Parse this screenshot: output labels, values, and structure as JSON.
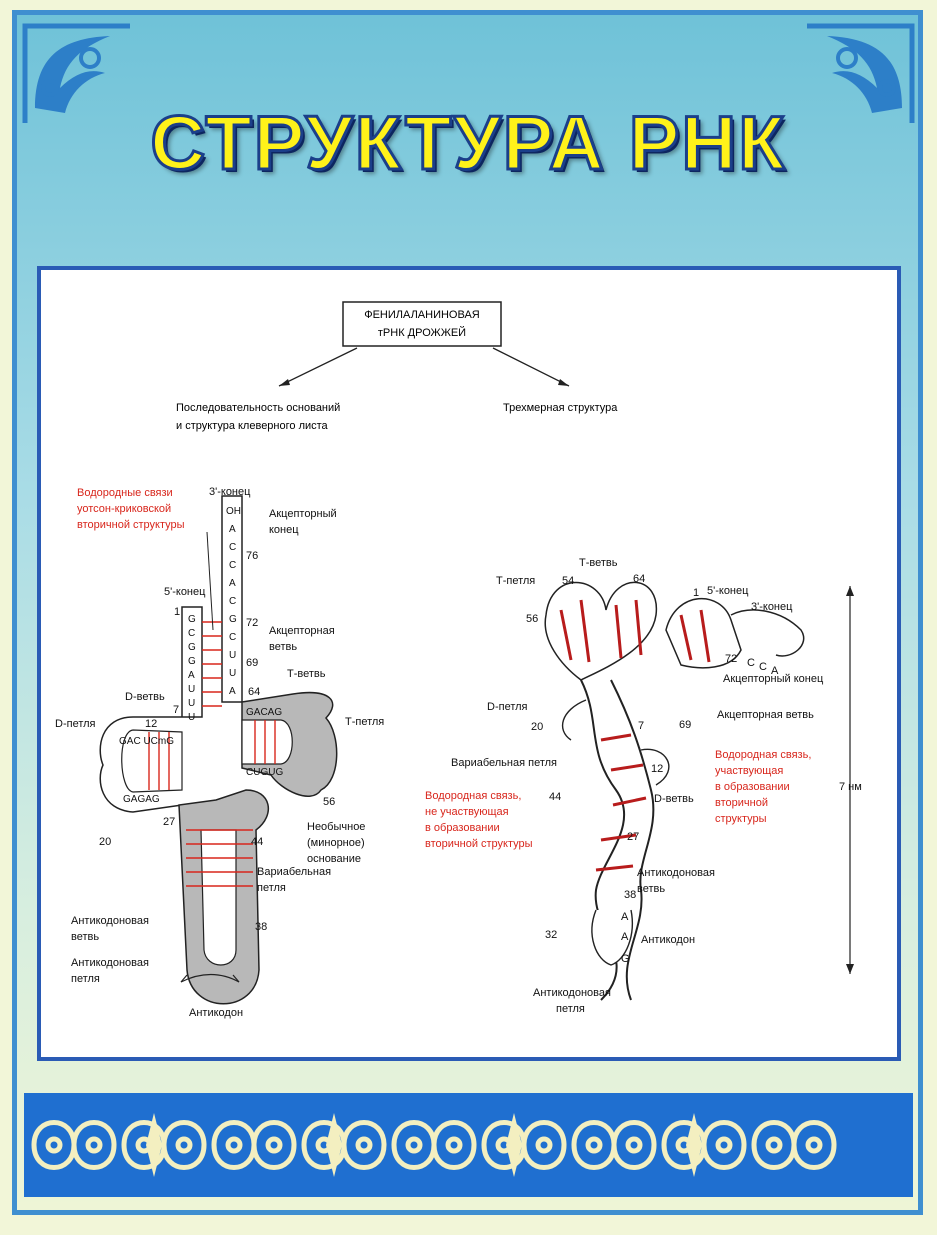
{
  "poster": {
    "title": "СТРУКТУРА РНК"
  },
  "diagram": {
    "header_box": [
      "ФЕНИЛАЛАНИНОВАЯ",
      "тРНК  ДРОЖЖЕЙ"
    ],
    "left_heading": [
      "Последовательность оснований",
      "и структура клеверного листа"
    ],
    "right_heading": "Трехмерная структура",
    "left": {
      "hbond_note": [
        "Водородные связи",
        "уотсон-криковской",
        "вторичной структуры"
      ],
      "three_prime_end": "3'-конец",
      "five_prime_end": "5'-конец",
      "acceptor_end": [
        "Акцепторный",
        "конец"
      ],
      "acceptor_arm": [
        "Акцепторная",
        "ветвь"
      ],
      "t_arm": "Т-ветвь",
      "t_loop": "Т-петля",
      "d_arm": "D-ветвь",
      "d_loop": "D-петля",
      "unusual_base": [
        "Необычное",
        "(минорное)",
        "основание"
      ],
      "variable_loop": [
        "Вариабельная",
        "петля"
      ],
      "anticodon_arm": [
        "Антикодоновая",
        "ветвь"
      ],
      "anticodon_loop": [
        "Антикодоновая",
        "петля"
      ],
      "anticodon": "Антикодон",
      "numbers": [
        "76",
        "72",
        "69",
        "64",
        "12",
        "7",
        "1",
        "20",
        "27",
        "44",
        "56",
        "38"
      ],
      "acceptor_seq": [
        "OH",
        "A",
        "C",
        "C",
        "A",
        "C",
        "G",
        "C",
        "U",
        "U",
        "A"
      ],
      "five_seq": [
        "G",
        "C",
        "G",
        "G",
        "A",
        "U",
        "U",
        "U"
      ],
      "d_seq": "GAC UCmG",
      "d_seq2": "GAGAG",
      "t_seq": "GACAG",
      "t_seq2": "CUGUG"
    },
    "right": {
      "t_loop": "Т-петля",
      "t_arm": "Т-ветвь",
      "five_prime_end": "5'-конец",
      "three_prime_end": "3'-конец",
      "acceptor_end": "Акцепторный конец",
      "acceptor_arm": "Акцепторная ветвь",
      "d_loop": "D-петля",
      "variable_loop": "Вариабельная петля",
      "d_arm": "D-ветвь",
      "hbond_involved": [
        "Водородная связь,",
        "участвующая",
        "в образовании",
        "вторичной",
        "структуры"
      ],
      "hbond_not_involved": [
        "Водородная связь,",
        "не участвующая",
        "в образовании",
        "вторичной структуры"
      ],
      "anticodon_arm": [
        "Антикодоновая",
        "ветвь"
      ],
      "anticodon": "Антикодон",
      "anticodon_loop": [
        "Антикодоновая",
        "петля"
      ],
      "size": "7 нм",
      "numbers": [
        "54",
        "64",
        "56",
        "1",
        "72",
        "20",
        "7",
        "69",
        "12",
        "44",
        "27",
        "38",
        "32"
      ],
      "terminal_seq": [
        "C",
        "C",
        "A"
      ],
      "anticodon_seq": [
        "A",
        "A",
        "G"
      ]
    }
  },
  "colors": {
    "red_label": "#d8261c",
    "frame_blue": "#3f8fd0",
    "title_yellow": "#fff21a",
    "ornament_blue": "#1f6fd0",
    "ornament_cream": "#f3efc0"
  }
}
